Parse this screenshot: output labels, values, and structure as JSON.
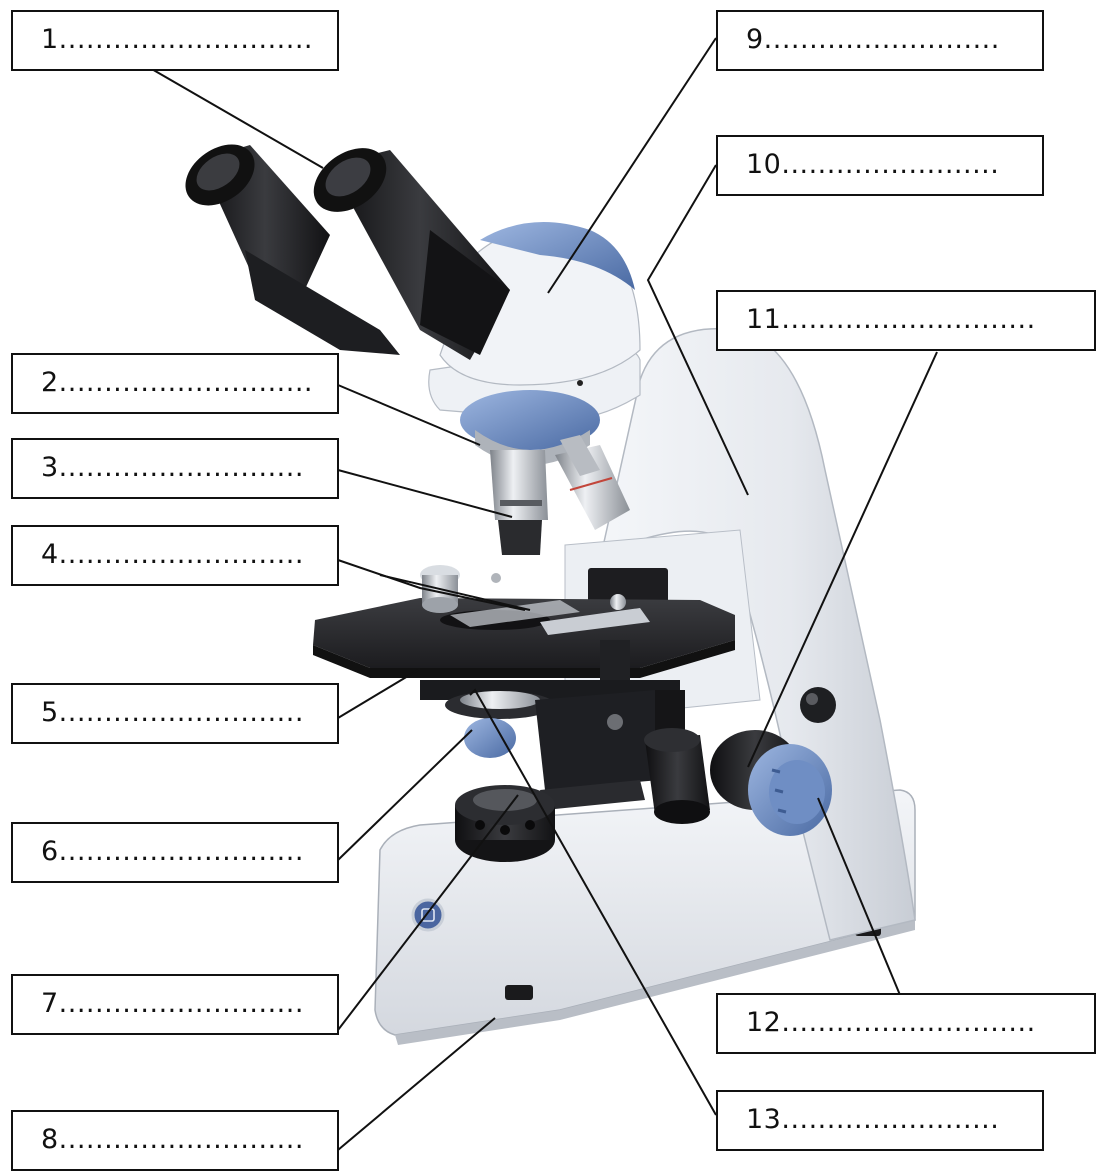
{
  "labels": [
    {
      "id": "1",
      "text": "1............................"
    },
    {
      "id": "2",
      "text": "2............................"
    },
    {
      "id": "3",
      "text": "3..........................."
    },
    {
      "id": "4",
      "text": "4..........................."
    },
    {
      "id": "5",
      "text": "5..........................."
    },
    {
      "id": "6",
      "text": "6..........................."
    },
    {
      "id": "7",
      "text": "7..........................."
    },
    {
      "id": "8",
      "text": "8..........................."
    },
    {
      "id": "9",
      "text": "9.........................."
    },
    {
      "id": "10",
      "text": "10........................"
    },
    {
      "id": "11",
      "text": "11............................"
    },
    {
      "id": "12",
      "text": "12............................"
    },
    {
      "id": "13",
      "text": "13........................"
    }
  ],
  "colors": {
    "body_white": "#eef0f3",
    "body_shade": "#c9ced6",
    "accent_blue": "#5d7fb8",
    "black": "#1b1b1d",
    "chrome": "#b8bcc2"
  }
}
